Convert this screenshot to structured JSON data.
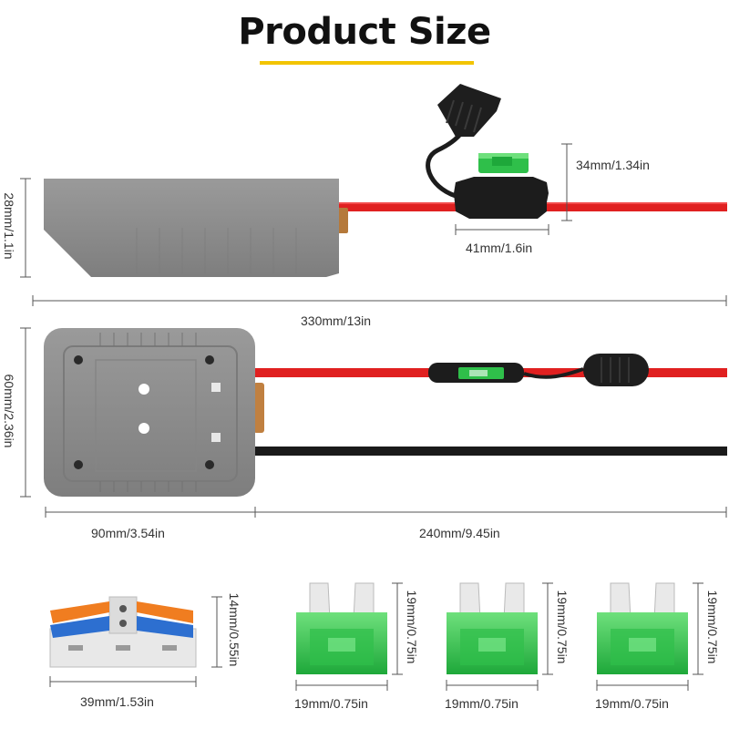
{
  "title": "Product Size",
  "colors": {
    "accent": "#f2c400",
    "housing": "#8a8a8a",
    "wire_red": "#e02020",
    "wire_black": "#1a1a1a",
    "fuse_green": "#2fbf4a"
  },
  "dimensions": {
    "adapter_height": "28mm/1.1in",
    "fuse_holder_height": "34mm/1.34in",
    "fuse_holder_width": "41mm/1.6in",
    "total_length": "330mm/13in",
    "adapter_width": "60mm/2.36in",
    "adapter_length": "90mm/3.54in",
    "wire_length": "240mm/9.45in",
    "connector_height": "14mm/0.55in",
    "connector_width": "39mm/1.53in",
    "fuse_1_height": "19mm/0.75in",
    "fuse_2_height": "19mm/0.75in",
    "fuse_3_height": "19mm/0.75in",
    "fuse_1_width": "19mm/0.75in",
    "fuse_2_width": "19mm/0.75in",
    "fuse_3_width": "19mm/0.75in"
  }
}
